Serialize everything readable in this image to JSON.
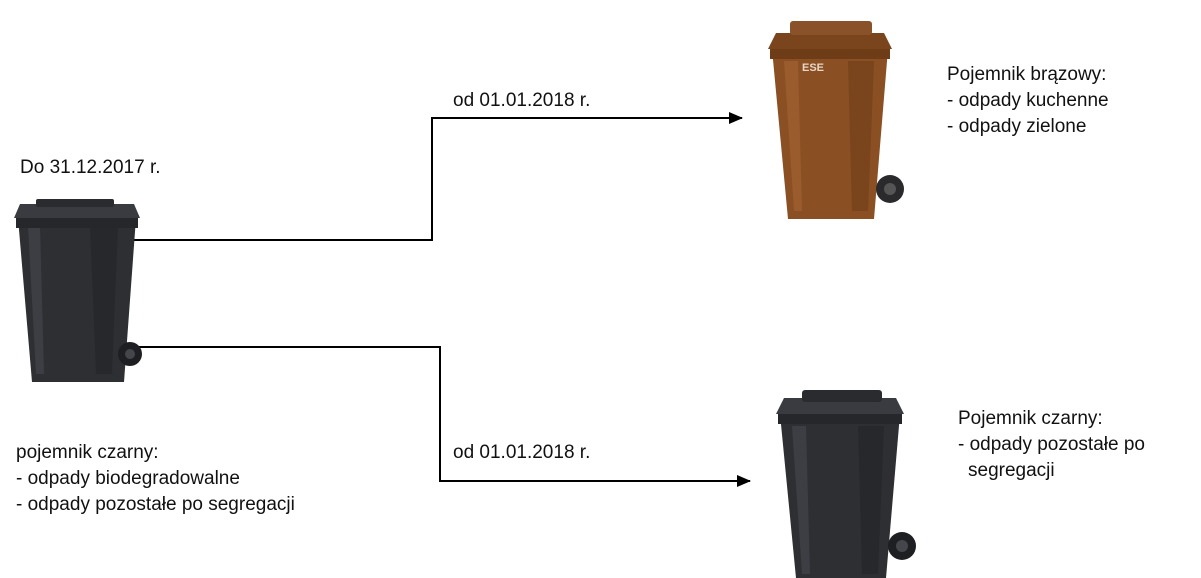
{
  "colors": {
    "black_bin": "#2e2f33",
    "black_bin_lid": "#3a3b40",
    "brown_bin": "#8a4f22",
    "brown_bin_lid": "#7a441c",
    "line": "#000000"
  },
  "old_state": {
    "date_label": "Do 31.12.2017 r.",
    "bin_title": "pojemnik czarny:",
    "items": [
      "- odpady biodegradowalne",
      "- odpady pozostałe po segregacji"
    ]
  },
  "arrow_top": {
    "label": "od 01.01.2018 r."
  },
  "arrow_bottom": {
    "label": "od 01.01.2018 r."
  },
  "brown_bin": {
    "logo_text": "ESE",
    "title": "Pojemnik brązowy:",
    "items": [
      "- odpady kuchenne",
      "- odpady zielone"
    ]
  },
  "new_black_bin": {
    "title": "Pojemnik czarny:",
    "items": [
      "- odpady pozostałe po",
      "segregacji"
    ]
  }
}
